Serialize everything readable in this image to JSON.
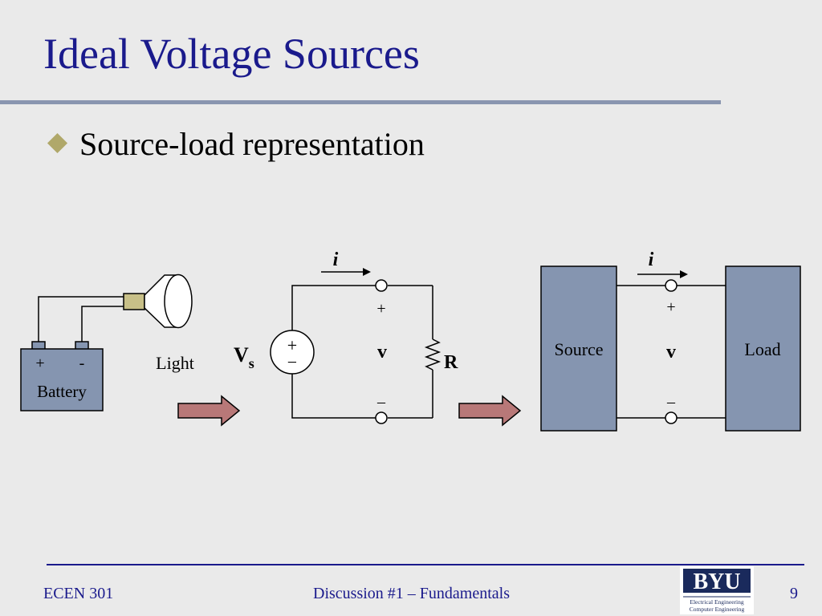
{
  "slide": {
    "title": "Ideal Voltage Sources",
    "bullet": "Source-load representation"
  },
  "diagram": {
    "battery": {
      "plus": "+",
      "minus": "-",
      "label": "Battery"
    },
    "light_label": "Light",
    "circuit": {
      "current_label": "i",
      "source_label": "V",
      "source_subscript": "s",
      "source_plus": "+",
      "source_minus": "−",
      "plus": "+",
      "voltage_label": "v",
      "minus": "–",
      "resistor_label": "R"
    },
    "block": {
      "current_label": "i",
      "source_label": "Source",
      "load_label": "Load",
      "plus": "+",
      "voltage_label": "v",
      "minus": "–"
    }
  },
  "footer": {
    "course": "ECEN 301",
    "lecture": "Discussion #1 – Fundamentals",
    "page": "9",
    "logo_text": "BYU",
    "logo_sub1": "Electrical Engineering",
    "logo_sub2": "Computer Engineering"
  },
  "colors": {
    "title": "#1a1a8c",
    "bullet_diamond": "#b0a86a",
    "block_fill": "#8595b0",
    "arrow_fill": "#b87878"
  }
}
